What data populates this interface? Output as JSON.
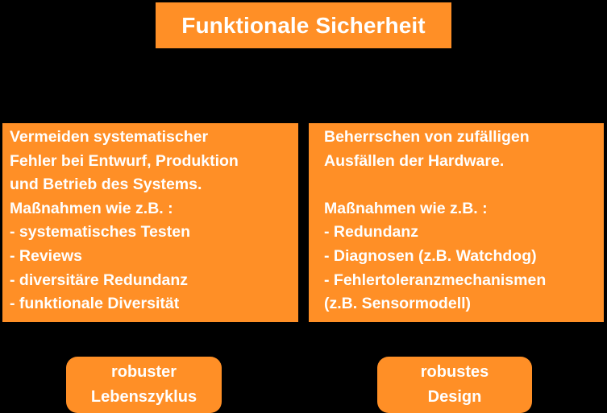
{
  "title": "Funktionale Sicherheit",
  "colors": {
    "background": "#000000",
    "box_fill": "#ff8f26",
    "text": "#ffffff"
  },
  "left_panel": {
    "lines": [
      "Vermeiden systematischer",
      "Fehler bei Entwurf, Produktion",
      "und Betrieb des Systems.",
      "Maßnahmen wie z.B. :",
      "- systematisches Testen",
      "- Reviews",
      "- diversitäre Redundanz",
      "- funktionale Diversität"
    ]
  },
  "right_panel": {
    "lines": [
      "Beherrschen von zufälligen",
      "Ausfällen der Hardware.",
      "",
      "Maßnahmen wie z.B. :",
      "- Redundanz",
      "- Diagnosen (z.B. Watchdog)",
      "- Fehlertoleranzmechanismen",
      "(z.B. Sensormodell)"
    ]
  },
  "outcomes": {
    "left": {
      "line1": "robuster",
      "line2": "Lebenszyklus"
    },
    "right": {
      "line1": "robustes",
      "line2": "Design"
    }
  }
}
